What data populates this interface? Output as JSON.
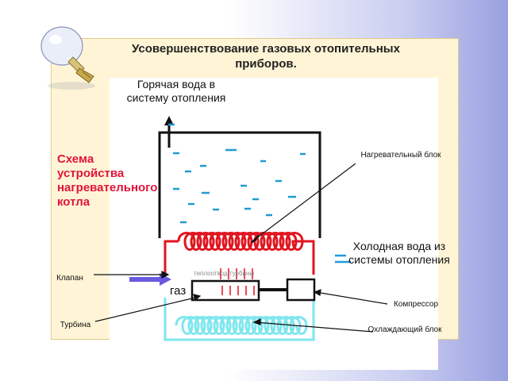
{
  "slide": {
    "title": "Усовершенствование газовых отопительных приборов.",
    "scheme_label": "Схема устройства нагревательного котла"
  },
  "labels": {
    "hot_water": "Горячая вода в систему отопления",
    "cold_water": "Холодная вода из системы отопления",
    "heating_block": "Нагревательный блок",
    "valve": "Клапан",
    "turbine": "Турбина",
    "compressor": "Компрессор",
    "cooling_block": "Охлаждающий блок",
    "gas": "газ",
    "heat_pump_turbine": "теплоотвод турбины"
  },
  "colors": {
    "panel": "#fff5d6",
    "water_dash": "#1f9ad6",
    "heating_coil": "#e0141e",
    "cooling_coil": "#7fe6ee",
    "gas_arrow": "#6a5ae0",
    "scheme_label": "#e0143c"
  }
}
